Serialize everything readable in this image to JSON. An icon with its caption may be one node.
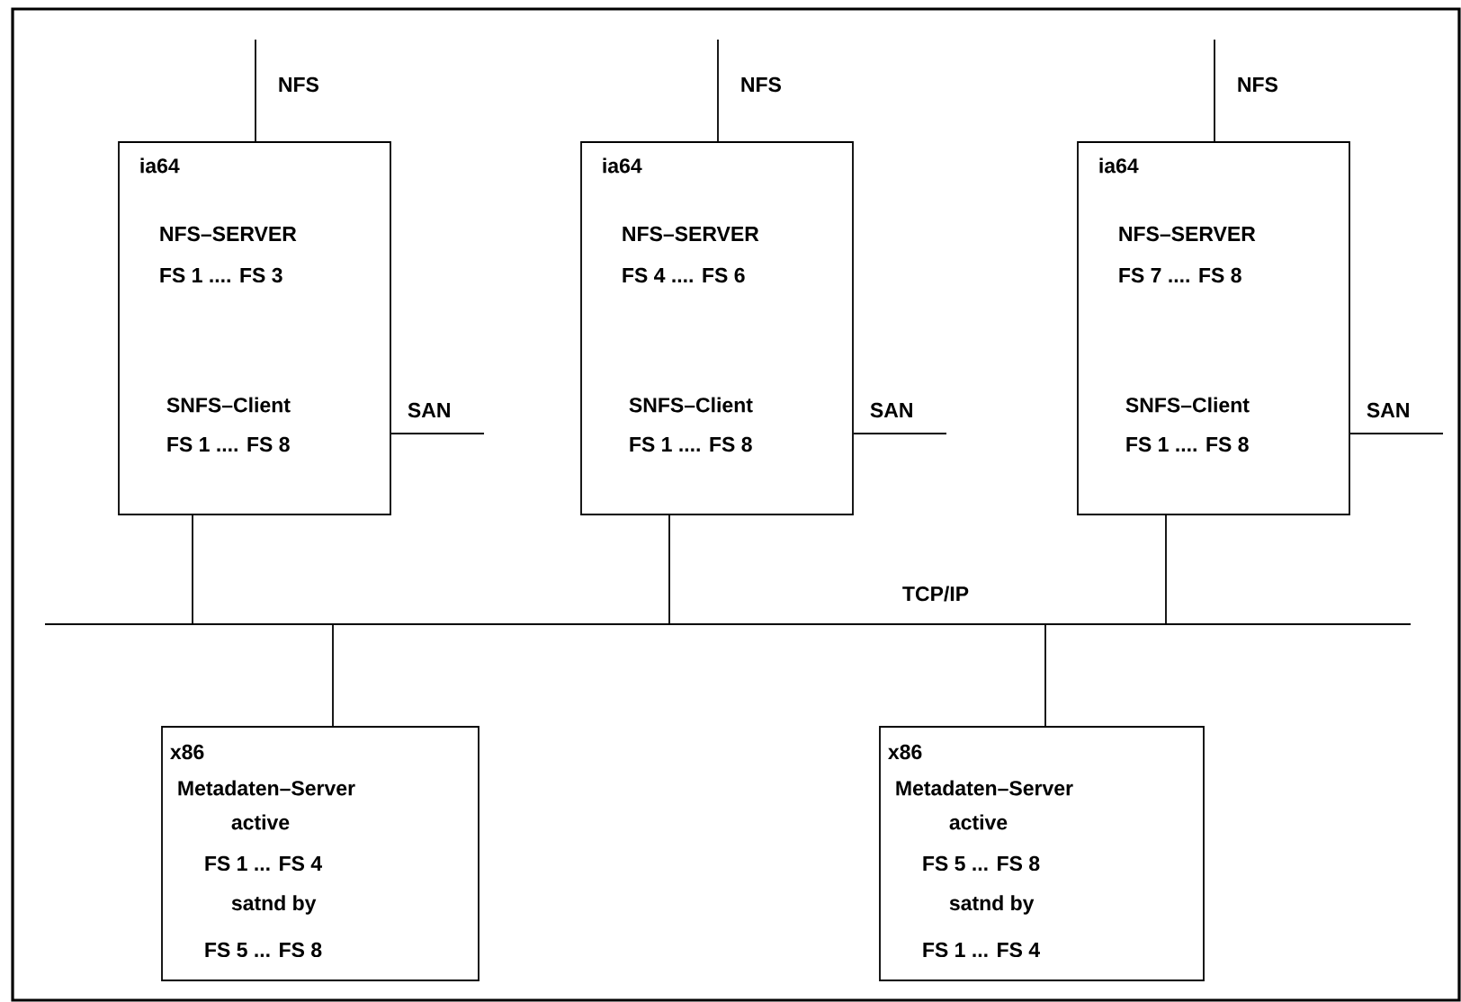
{
  "diagram": {
    "nodes": [
      {
        "text": [
          "ia64",
          "NFS–SERVER",
          "FS 1 .... FS 3",
          "SNFS–Client",
          "FS 1 .... FS 8"
        ]
      },
      {
        "text": [
          "ia64",
          "NFS–SERVER",
          "FS 4 .... FS 6",
          "SNFS–Client",
          "FS 1 .... FS 8"
        ]
      },
      {
        "text": [
          "ia64",
          "NFS–SERVER",
          "FS 7 .... FS 8",
          "SNFS–Client",
          "FS 1 .... FS 8"
        ]
      },
      {
        "text": [
          "x86",
          "Metadaten–Server",
          "active",
          "FS 1 ... FS 4",
          "satnd by",
          "FS 5 ... FS 8"
        ]
      },
      {
        "text": [
          "x86",
          "Metadaten–Server",
          "active",
          "FS 5 ... FS 8",
          "satnd by",
          "FS 1 ... FS 4"
        ]
      },
      {
        "text": [],
        "shape": "bar"
      }
    ],
    "edges": [
      {
        "from": null,
        "to": 0,
        "arrow": "none",
        "label": "NFS"
      },
      {
        "from": null,
        "to": 1,
        "arrow": "none",
        "label": "NFS"
      },
      {
        "from": null,
        "to": 2,
        "arrow": "none",
        "label": "NFS"
      },
      {
        "from": 0,
        "to": null,
        "arrow": "none",
        "label": "SAN"
      },
      {
        "from": 1,
        "to": null,
        "arrow": "none",
        "label": "SAN"
      },
      {
        "from": 2,
        "to": null,
        "arrow": "none",
        "label": "SAN"
      },
      {
        "from": 0,
        "to": 5,
        "arrow": "none"
      },
      {
        "from": 1,
        "to": 5,
        "arrow": "none"
      },
      {
        "from": 2,
        "to": 5,
        "arrow": "none"
      },
      {
        "from": 5,
        "to": 3,
        "arrow": "none"
      },
      {
        "from": 5,
        "to": 4,
        "arrow": "none"
      }
    ],
    "labels": [
      "TCP/IP"
    ]
  }
}
